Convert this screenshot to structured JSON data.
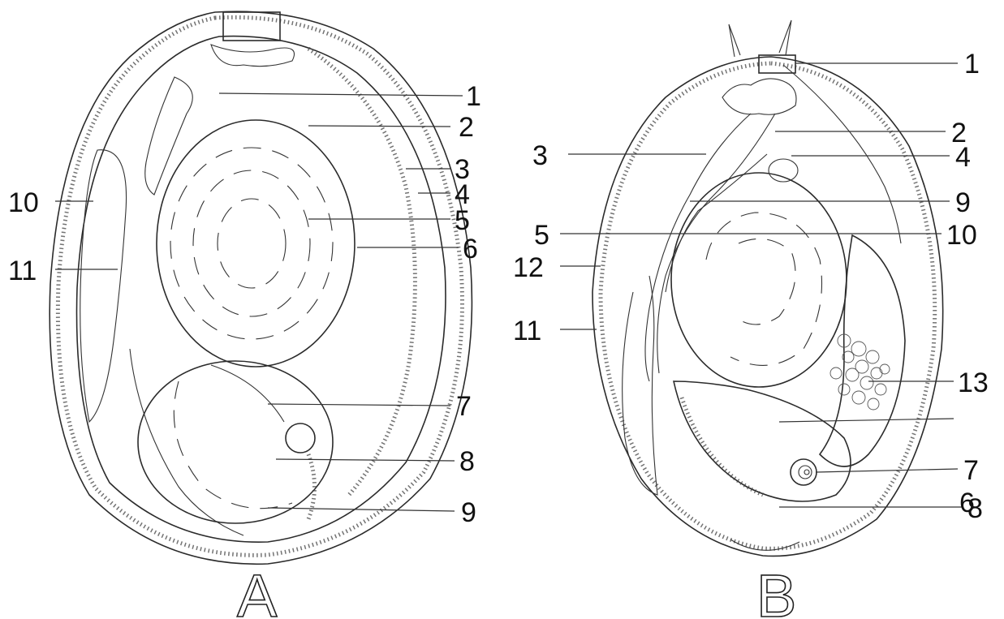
{
  "panels": [
    {
      "letter": "A",
      "labels": [
        "1",
        "2",
        "3",
        "4",
        "5",
        "6",
        "7",
        "8",
        "9",
        "10",
        "11"
      ]
    },
    {
      "letter": "B",
      "labels": [
        "1",
        "2",
        "3",
        "4",
        "5",
        "6",
        "7",
        "8",
        "9",
        "10",
        "11",
        "12",
        "13"
      ]
    }
  ]
}
